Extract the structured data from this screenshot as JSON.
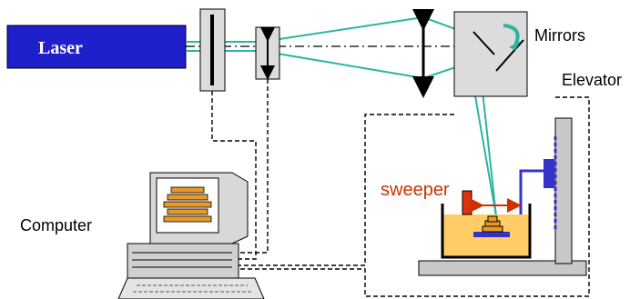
{
  "labels": {
    "laser": "Laser",
    "mirrors": "Mirrors",
    "elevator": "Elevator",
    "sweeper": "sweeper",
    "computer": "Computer"
  },
  "colors": {
    "laser_fill": "#1f1fcc",
    "beam": "#2bb5a0",
    "optic_fill": "#dcdcdc",
    "resin": "#ffcc66",
    "platform": "#3333cc",
    "part": "#e69a2a",
    "sweeper_blade": "#dd3311",
    "cable": "#000000"
  },
  "icons": [
    "laser-box",
    "shutter-icon",
    "lens-icon",
    "focus-lens-icon",
    "mirror-box",
    "rotate-arrow-icon",
    "computer-icon",
    "resin-vat",
    "elevator-platform"
  ]
}
